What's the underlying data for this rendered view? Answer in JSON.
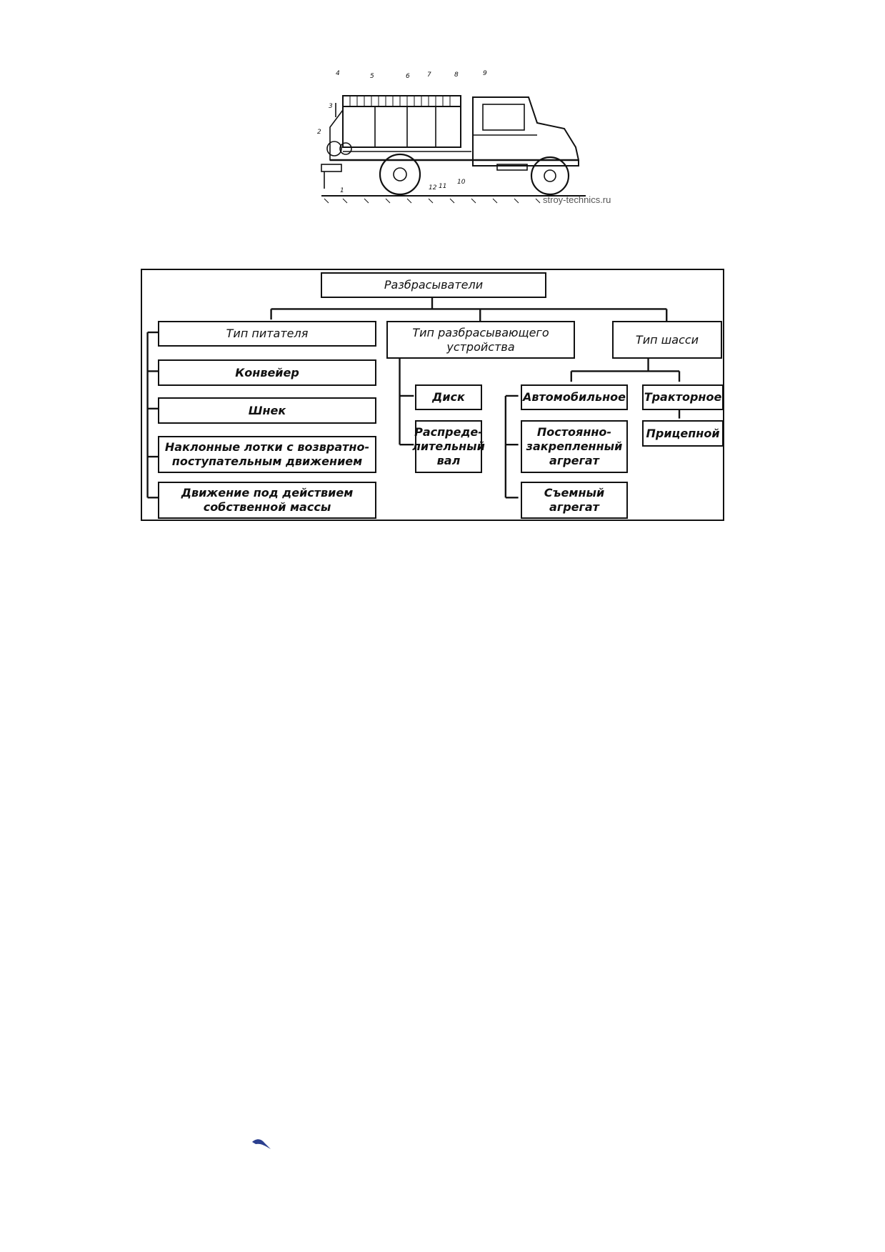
{
  "figure": {
    "callouts": [
      "1",
      "2",
      "3",
      "4",
      "5",
      "6",
      "7",
      "8",
      "9",
      "10",
      "11",
      "12"
    ],
    "watermark": "stroy-technics.ru"
  },
  "scheme": {
    "root": "Разбрасыватели",
    "groups": {
      "feeder": {
        "title": "Тип питателя",
        "items": [
          "Конвейер",
          "Шнек",
          "Наклонные лотки с возвратно-\nпоступательным движением",
          "Движение под действием\nсобственной массы"
        ]
      },
      "spreader": {
        "title": "Тип разбрасывающего\nустройства",
        "items": [
          "Диск",
          "Распреде-\nлительный\nвал"
        ]
      },
      "chassis": {
        "title": "Тип шасси",
        "auto": "Автомобильное",
        "auto_items": [
          "Постоянно-\nзакрепленный\nагрегат",
          "Съемный\nагрегат"
        ],
        "tractor": "Тракторное",
        "tractor_items": [
          "Прицепной"
        ]
      }
    }
  },
  "footer": {
    "logo_icon": "bird-logo-icon"
  }
}
